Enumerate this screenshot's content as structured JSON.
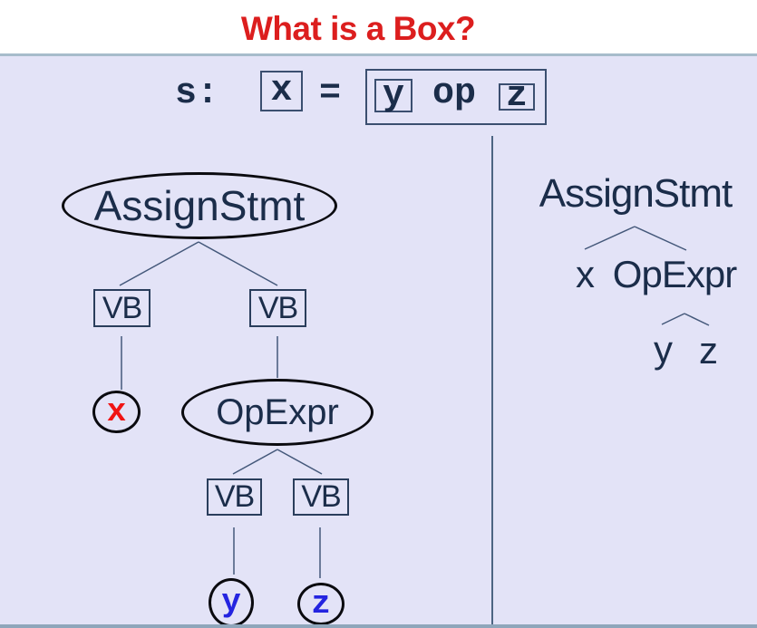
{
  "slide": {
    "title": "What is a Box?"
  },
  "expression": {
    "statement_label": "s:",
    "lhs_var": "x",
    "equals": "=",
    "left_operand": "y",
    "operator": "op",
    "right_operand": "z"
  },
  "box_tree": {
    "root": "AssignStmt",
    "vb1": "VB",
    "vb2": "VB",
    "x_leaf": "x",
    "op_node": "OpExpr",
    "vb3": "VB",
    "vb4": "VB",
    "y_leaf": "y",
    "z_leaf": "z"
  },
  "abstract_tree": {
    "root": "AssignStmt",
    "left_child": "x",
    "right_child": "OpExpr",
    "y_leaf": "y",
    "z_leaf": "z"
  },
  "colors": {
    "title_red": "#dc1e1e",
    "node_text_navy": "#1b2d4a",
    "leaf_x_red": "#f01414",
    "leaf_yz_blue": "#2424e0",
    "slide_background": "#e3e3f7",
    "edge_slate": "#44587a",
    "divider_slate": "#4d6583",
    "bottom_border": "#8fa6bb",
    "title_separator": "#a7bccb"
  }
}
